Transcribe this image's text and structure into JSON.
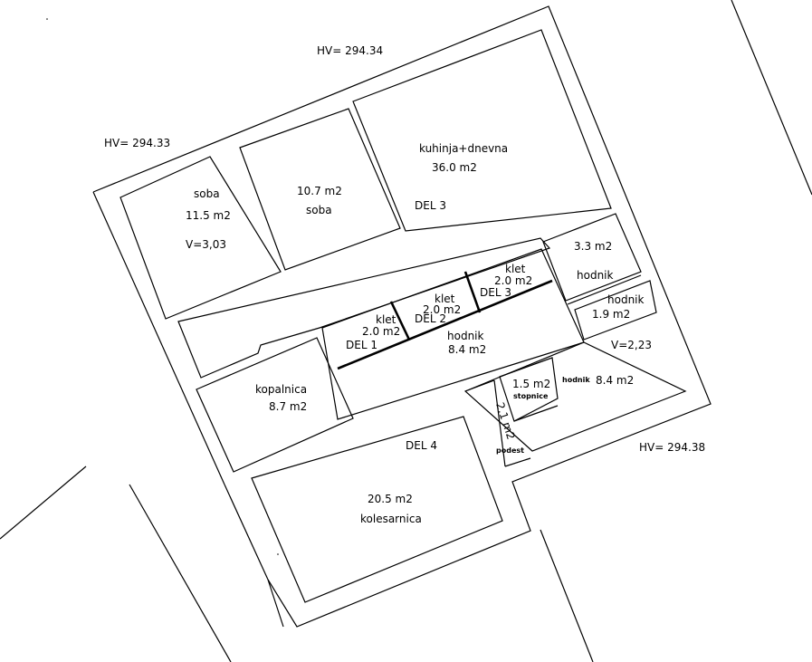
{
  "elevations": {
    "top": "HV= 294.34",
    "left": "HV= 294.33",
    "right": "HV= 294.38"
  },
  "sections": {
    "del1": "DEL 1",
    "del2": "DEL 2",
    "del3_small": "DEL 3",
    "del3": "DEL 3",
    "del4": "DEL 4"
  },
  "rooms": {
    "soba1": {
      "name": "soba",
      "area": "11.5 m2",
      "height": "V=3,03"
    },
    "soba2": {
      "name": "soba",
      "area": "10.7 m2"
    },
    "kuhinja": {
      "name": "kuhinja+dnevna",
      "area": "36.0 m2"
    },
    "hodnik_a": {
      "name": "hodnik",
      "area": "3.3 m2"
    },
    "hodnik_b": {
      "name": "hodnik",
      "area": "1.9 m2"
    },
    "height2": "V=2,23",
    "klet1": {
      "name": "klet",
      "area": "2.0 m2"
    },
    "klet2": {
      "name": "klet",
      "area": "2.0 m2"
    },
    "klet3": {
      "name": "klet",
      "area": "2.0 m2"
    },
    "hodnik_main": {
      "name": "hodnik",
      "area": "8.4 m2"
    },
    "hodnik_c": {
      "name": "hodnik",
      "area": "8.4 m2"
    },
    "stopnice": {
      "name": "stopnice",
      "area": "1.5 m2"
    },
    "podest": {
      "name": "podest",
      "area": "2.1 m2"
    },
    "kopalnica": {
      "name": "kopalnica",
      "area": "8.7 m2"
    },
    "kolesarnica": {
      "name": "kolesarnica",
      "area": "20.5 m2"
    }
  }
}
